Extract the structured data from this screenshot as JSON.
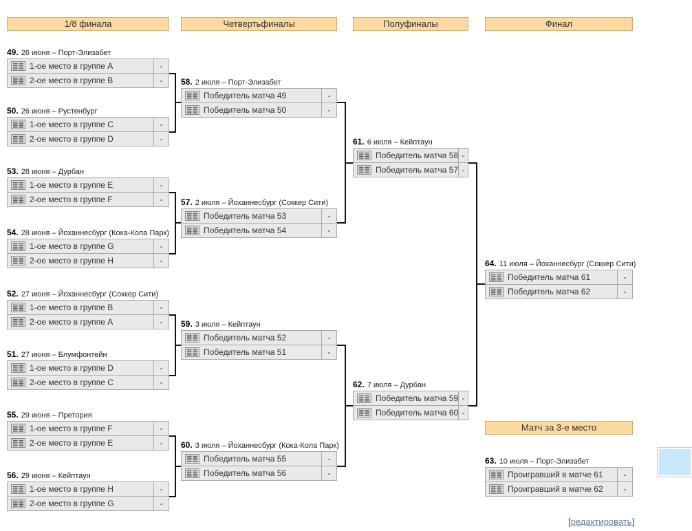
{
  "headers": [
    {
      "label": "1/8 финала"
    },
    {
      "label": "Четвертьфиналы"
    },
    {
      "label": "Полуфиналы"
    },
    {
      "label": "Финал"
    }
  ],
  "third_place_header": "Матч за 3-е место",
  "edit_link": {
    "open_bracket": "[",
    "label": "редактировать",
    "close_bracket": "]"
  },
  "colors": {
    "header_bg": "#fbd9a0",
    "header_border": "#d9ab66",
    "box_bg": "#e9e9e9",
    "box_border": "#a8a8a8",
    "connector": "#111111",
    "link": "#5b7c9d",
    "panel_blue": "#c9e8fb"
  },
  "icon_legend": {
    "flag-placeholder-icon": "generic striped flag placeholder"
  },
  "rounds": {
    "round_of_16": [
      {
        "num": "49.",
        "info": "26 июня – Порт-Элизабет",
        "teams": [
          {
            "name": "1-ое место в группе A",
            "score": "-"
          },
          {
            "name": "2-ое место в группе B",
            "score": "-"
          }
        ]
      },
      {
        "num": "50.",
        "info": "26 июня – Рустенбург",
        "teams": [
          {
            "name": "1-ое место в группе C",
            "score": "-"
          },
          {
            "name": "2-ое место в группе D",
            "score": "-"
          }
        ]
      },
      {
        "num": "53.",
        "info": "28 июня – Дурбан",
        "teams": [
          {
            "name": "1-ое место в группе E",
            "score": "-"
          },
          {
            "name": "2-ое место в группе F",
            "score": "-"
          }
        ]
      },
      {
        "num": "54.",
        "info": "28 июня – Йоханнесбург (Кока-Кола Парк)",
        "teams": [
          {
            "name": "1-ое место в группе G",
            "score": "-"
          },
          {
            "name": "2-ое место в группе H",
            "score": "-"
          }
        ]
      },
      {
        "num": "52.",
        "info": "27 июня – Йоханнесбург (Соккер Сити)",
        "teams": [
          {
            "name": "1-ое место в группе B",
            "score": "-"
          },
          {
            "name": "2-ое место в группе A",
            "score": "-"
          }
        ]
      },
      {
        "num": "51.",
        "info": "27 июня – Блумфонтейн",
        "teams": [
          {
            "name": "1-ое место в группе D",
            "score": "-"
          },
          {
            "name": "2-ое место в группе C",
            "score": "-"
          }
        ]
      },
      {
        "num": "55.",
        "info": "29 июня – Претория",
        "teams": [
          {
            "name": "1-ое место в группе F",
            "score": "-"
          },
          {
            "name": "2-ое место в группе E",
            "score": "-"
          }
        ]
      },
      {
        "num": "56.",
        "info": "29 июня – Кейптаун",
        "teams": [
          {
            "name": "1-ое место в группе H",
            "score": "-"
          },
          {
            "name": "2-ое место в группе G",
            "score": "-"
          }
        ]
      }
    ],
    "quarterfinals": [
      {
        "num": "58.",
        "info": "2 июля – Порт-Элизабет",
        "teams": [
          {
            "name": "Победитель матча 49",
            "score": "-"
          },
          {
            "name": "Победитель матча 50",
            "score": "-"
          }
        ]
      },
      {
        "num": "57.",
        "info": "2 июля – Йоханнесбург (Соккер Сити)",
        "teams": [
          {
            "name": "Победитель матча 53",
            "score": "-"
          },
          {
            "name": "Победитель матча 54",
            "score": "-"
          }
        ]
      },
      {
        "num": "59.",
        "info": "3 июля – Кейптаун",
        "teams": [
          {
            "name": "Победитель матча 52",
            "score": "-"
          },
          {
            "name": "Победитель матча 51",
            "score": "-"
          }
        ]
      },
      {
        "num": "60.",
        "info": "3 июля – Йоханнесбург (Кока-Кола Парк)",
        "teams": [
          {
            "name": "Победитель матча 55",
            "score": "-"
          },
          {
            "name": "Победитель матча 56",
            "score": "-"
          }
        ]
      }
    ],
    "semifinals": [
      {
        "num": "61.",
        "info": "6 июля – Кейптаун",
        "teams": [
          {
            "name": "Победитель матча 58",
            "score": "-"
          },
          {
            "name": "Победитель матча 57",
            "score": "-"
          }
        ]
      },
      {
        "num": "62.",
        "info": "7 июля – Дурбан",
        "teams": [
          {
            "name": "Победитель матча 59",
            "score": "-"
          },
          {
            "name": "Победитель матча 60",
            "score": "-"
          }
        ]
      }
    ],
    "final": [
      {
        "num": "64.",
        "info": "11 июля – Йоханнесбург (Соккер Сити)",
        "teams": [
          {
            "name": "Победитель матча 61",
            "score": "-"
          },
          {
            "name": "Победитель матча 62",
            "score": "-"
          }
        ]
      }
    ],
    "third_place": [
      {
        "num": "63.",
        "info": "10 июля – Порт-Элизабет",
        "teams": [
          {
            "name": "Проигравший в матче 61",
            "score": "-"
          },
          {
            "name": "Проигравший в матче 62",
            "score": "-"
          }
        ]
      }
    ]
  }
}
